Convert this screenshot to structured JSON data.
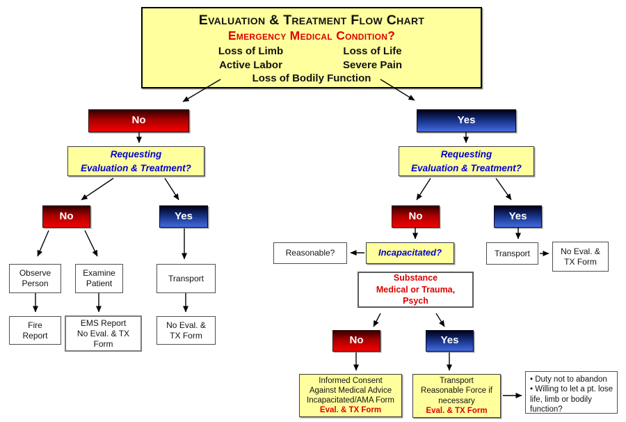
{
  "colors": {
    "box_yellow": "#ffff9e",
    "red_accent": "#dd0000",
    "blue_text": "#0000cc",
    "red_box_gradient_top": "#330000",
    "red_box_gradient_bottom": "#ee0000",
    "blue_box_gradient_top": "#000014",
    "blue_box_gradient_bottom": "#3c63d4"
  },
  "title_box": {
    "title": "Evaluation & Treatment Flow Chart",
    "question": "Emergency Medical Condition?",
    "conditions": [
      "Loss of Limb",
      "Loss of Life",
      "Active Labor",
      "Severe Pain"
    ],
    "condition_full": "Loss of Bodily Function"
  },
  "left_branch": {
    "answer": "No",
    "question": "Requesting\nEvaluation & Treatment?",
    "no": {
      "answer": "No",
      "observe": "Observe\nPerson",
      "examine": "Examine\nPatient",
      "fire_report": "Fire\nReport",
      "ems_report": "EMS Report\nNo Eval. & TX\nForm"
    },
    "yes": {
      "answer": "Yes",
      "transport": "Transport",
      "no_eval": "No Eval. &\nTX Form"
    }
  },
  "right_branch": {
    "answer": "Yes",
    "question": "Requesting\nEvaluation & Treatment?",
    "no": {
      "answer": "No",
      "incapacitated": "Incapacitated?",
      "reasonable": "Reasonable?",
      "substance": "Substance\nMedical or Trauma,\nPsych",
      "sub_no": {
        "answer": "No",
        "consent": "Informed Consent\nAgainst Medical Advice\nIncapacitated/AMA Form",
        "form": "Eval. & TX Form"
      },
      "sub_yes": {
        "answer": "Yes",
        "transport": "Transport\nReasonable Force if\nnecessary",
        "form": "Eval. & TX Form",
        "duty_notes": [
          "•  Duty not to abandon",
          "•  Willing to let a pt. lose life, limb or bodily function?"
        ]
      }
    },
    "yes": {
      "answer": "Yes",
      "transport": "Transport",
      "no_eval": "No Eval. &\nTX Form"
    }
  }
}
